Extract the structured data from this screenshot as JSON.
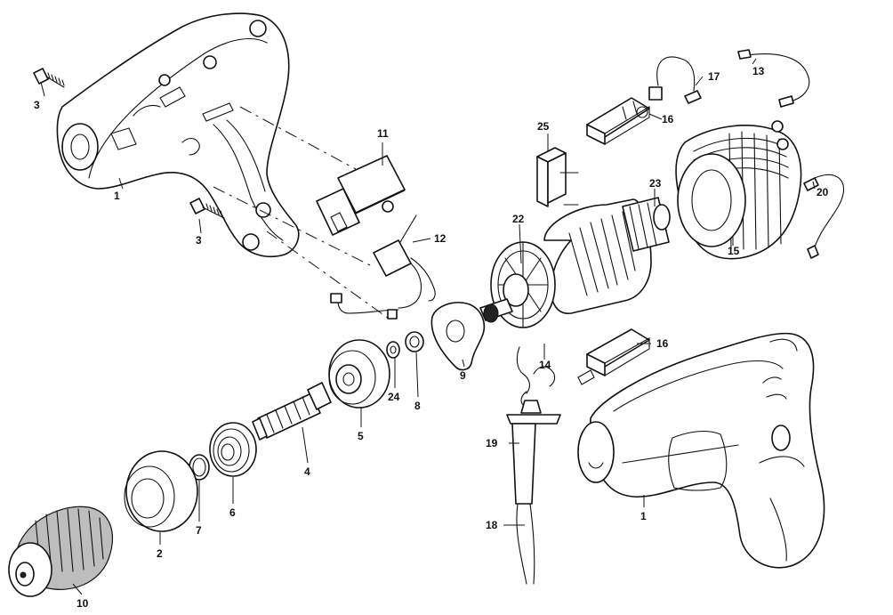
{
  "callouts": [
    "1",
    "2",
    "3",
    "4",
    "5",
    "6",
    "7",
    "8",
    "9",
    "10",
    "11",
    "12",
    "13",
    "14",
    "15",
    "16",
    "17",
    "18",
    "19",
    "20",
    "22",
    "23",
    "24",
    "25"
  ]
}
